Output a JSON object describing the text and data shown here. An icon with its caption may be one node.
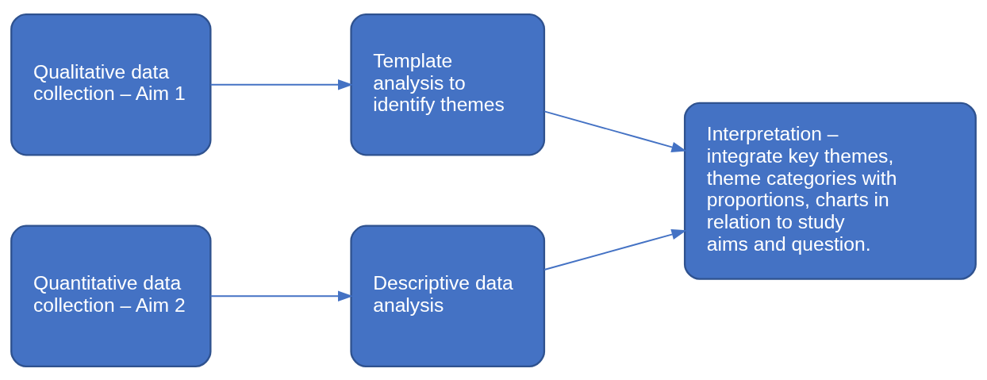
{
  "diagram": {
    "nodes": [
      {
        "text": [
          "Qualitative data collection – Aim 1"
        ]
      },
      {
        "text": [
          "Template analysis to identify themes"
        ]
      },
      {
        "text": [
          "Quantitative data collection – Aim 2"
        ]
      },
      {
        "text": [
          "Descriptive data analysis"
        ]
      },
      {
        "text": [
          "Interpretation – integrate key themes, theme categories with proportions, charts in relation to study  aims and question."
        ]
      }
    ],
    "edges": [
      {
        "from": 0,
        "to": 1,
        "arrow": "to"
      },
      {
        "from": 1,
        "to": 4,
        "arrow": "to"
      },
      {
        "from": 2,
        "to": 3,
        "arrow": "to"
      },
      {
        "from": 3,
        "to": 4,
        "arrow": "to"
      }
    ]
  }
}
